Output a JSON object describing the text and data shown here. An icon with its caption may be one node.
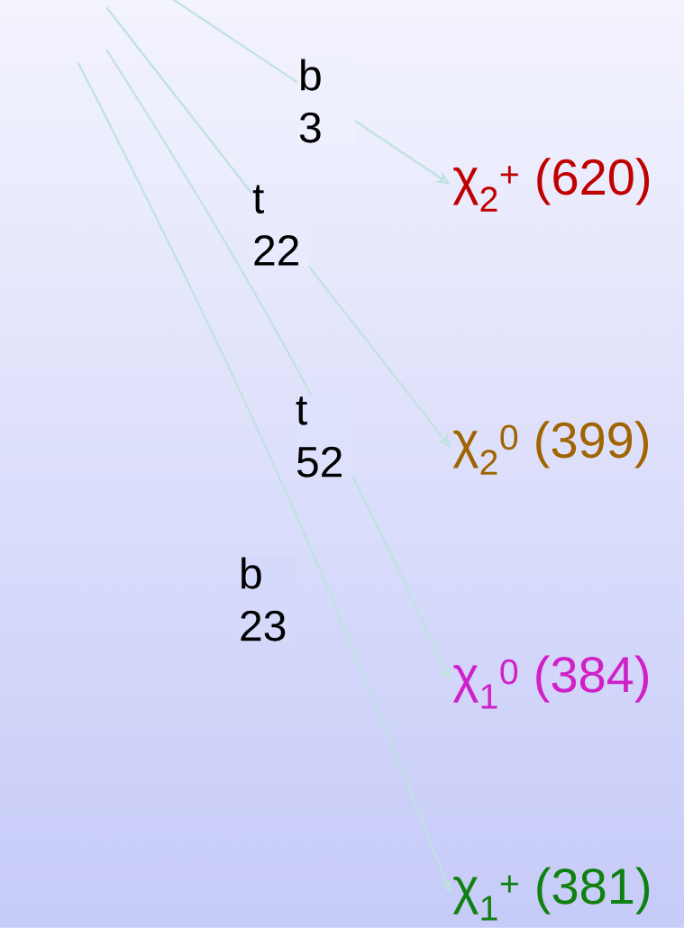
{
  "diagram": {
    "nodes": [
      {
        "text": [
          "χ$_{2}$$^{+}$ (620)"
        ]
      },
      {
        "text": [
          "χ$_{2}$$^{0}$ (399)"
        ]
      },
      {
        "text": [
          "χ$_{1}$$^{0}$ (384)"
        ]
      },
      {
        "text": [
          "χ$_{1}$$^{+}$ (381)"
        ]
      }
    ],
    "edges": [
      {
        "from": null,
        "to": 0,
        "arrow": "to",
        "label": "b 3"
      },
      {
        "from": null,
        "to": 1,
        "arrow": "to",
        "label": "t 22"
      },
      {
        "from": null,
        "to": 2,
        "arrow": "to",
        "label": "t 52"
      },
      {
        "from": null,
        "to": 3,
        "arrow": "to",
        "label": "b 23"
      }
    ]
  }
}
